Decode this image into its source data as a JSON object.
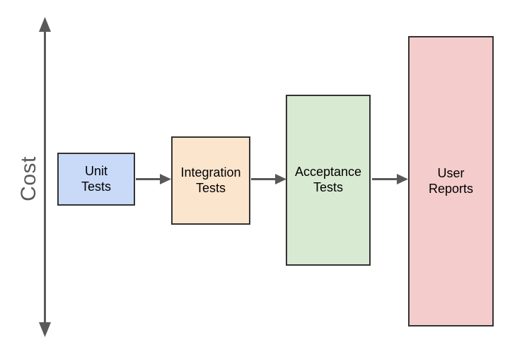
{
  "axis": {
    "label": "Cost",
    "orientation": "vertical",
    "arrow_style": "double-headed"
  },
  "nodes": [
    {
      "id": "unit-tests",
      "label": "Unit Tests",
      "line1": "Unit",
      "line2": "Tests",
      "fill": "#c9daf8"
    },
    {
      "id": "integration-tests",
      "label": "Integration Tests",
      "line1": "Integration",
      "line2": "Tests",
      "fill": "#fce5cd"
    },
    {
      "id": "acceptance-tests",
      "label": "Acceptance Tests",
      "line1": "Acceptance",
      "line2": "Tests",
      "fill": "#d9ead3"
    },
    {
      "id": "user-reports",
      "label": "User Reports",
      "line1": "User",
      "line2": "Reports",
      "fill": "#f4cccc"
    }
  ],
  "connections": [
    {
      "from": "Unit Tests",
      "to": "Integration Tests"
    },
    {
      "from": "Integration Tests",
      "to": "Acceptance Tests"
    },
    {
      "from": "Acceptance Tests",
      "to": "User Reports"
    }
  ],
  "colors": {
    "background": "#ffffff",
    "arrow": "#595959",
    "node_border": "#333333",
    "node_text": "#000000",
    "axis_text": "#595959"
  }
}
